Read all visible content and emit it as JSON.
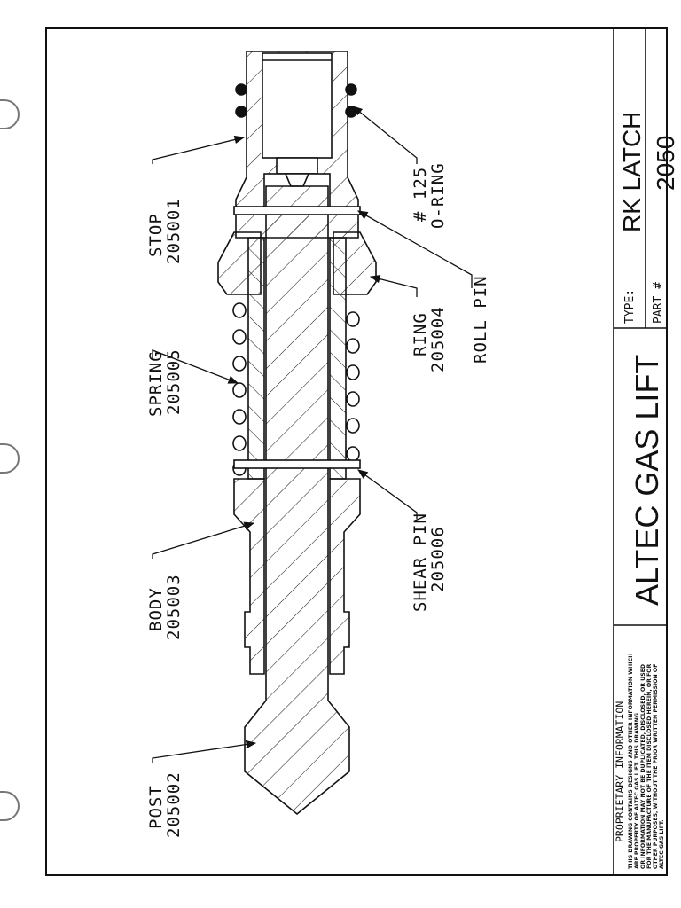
{
  "callouts": {
    "stop": {
      "name": "STOP",
      "part": "205001"
    },
    "spring": {
      "name": "SPRING",
      "part": "205005"
    },
    "body": {
      "name": "BODY",
      "part": "205003"
    },
    "post": {
      "name": "POST",
      "part": "205002"
    },
    "oring": {
      "name": "# 125",
      "part": "O-RING"
    },
    "ring": {
      "name": "RING",
      "part": "205004"
    },
    "roll_pin": {
      "name": "ROLL PIN"
    },
    "shear_pin": {
      "name": "SHEAR PIN",
      "part": "205006"
    }
  },
  "title_block": {
    "company": "ALTEC GAS LIFT",
    "type_label": "TYPE:",
    "type_value": "RK LATCH",
    "part_label": "PART #",
    "part_value": "2050",
    "proprietary_heading": "PROPRIETARY INFORMATION",
    "proprietary_lines": [
      "THIS DRAWING CONTAINS DESIGNS AND OTHER INFORMATION WHICH",
      "ARE PROPERTY OF ALTEC GAS LIFT. THIS DRAWING",
      "OR INFORMATION MAY NOT BE DUPLICATED, DISCLOSED, OR USED",
      "FOR THE MANUFACTURE OF THE ITEM DISCLOSED HEREIN, OR FOR",
      "OTHER PURPOSES, WITHOUT THE PRIOR WRITTEN PERMISSION OF",
      "ALTEC GAS LIFT."
    ]
  }
}
